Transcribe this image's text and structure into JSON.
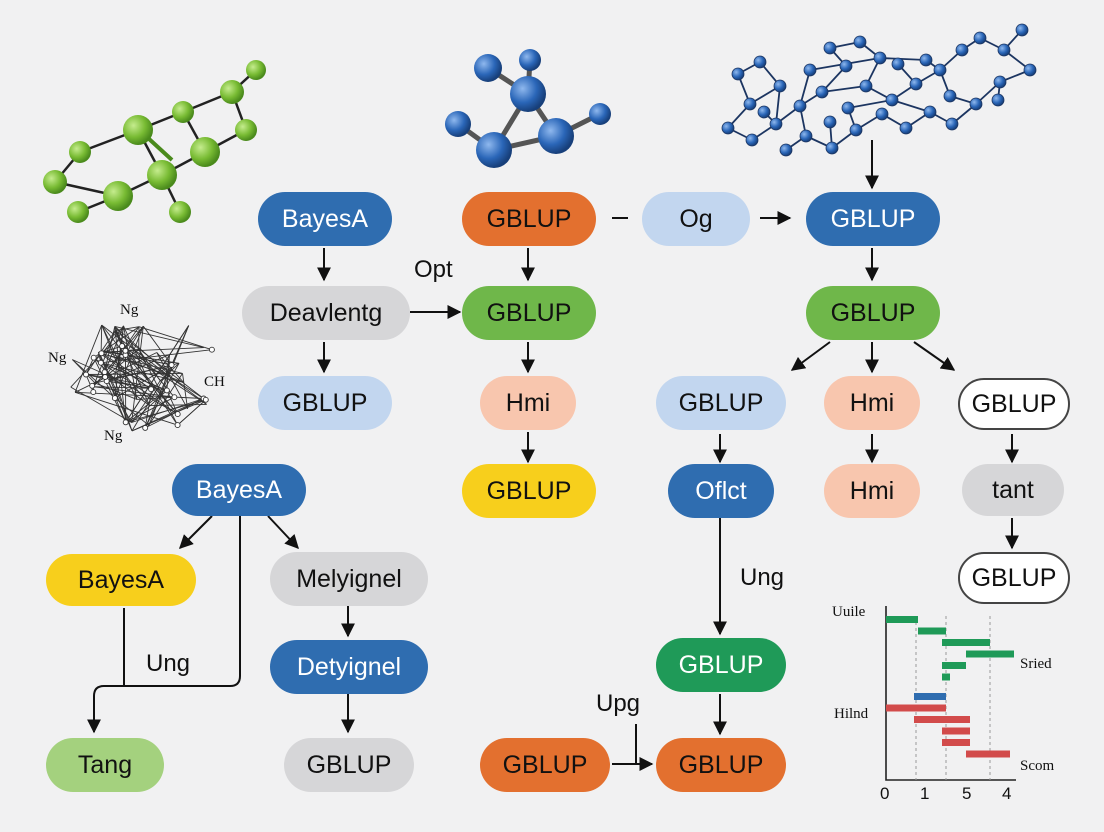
{
  "nodes": {
    "bayesa_top": "BayesA",
    "deavlentg": "Deavlentg",
    "gblup_left": "GBLUP",
    "gblup_orange_top": "GBLUP",
    "gblup_green_mid": "GBLUP",
    "hmi_mid": "Hmi",
    "gblup_yellow_mid": "GBLUP",
    "og": "Og",
    "gblup_blue_right": "GBLUP",
    "gblup_green_right": "GBLUP",
    "gblup_lightblue_right": "GBLUP",
    "hmi_right1": "Hmi",
    "gblup_outline1": "GBLUP",
    "oflct": "Oflct",
    "hmi_right2": "Hmi",
    "tant": "tant",
    "gblup_outline2": "GBLUP",
    "bayesa_mid": "BayesA",
    "bayesa_yellow": "BayesA",
    "melyignel": "Melyignel",
    "detyignel": "Detyignel",
    "tang": "Tang",
    "gblup_gray_bottom": "GBLUP",
    "gblup_dkgreen": "GBLUP",
    "gblup_orange_bl": "GBLUP",
    "gblup_orange_br": "GBLUP"
  },
  "labels": {
    "opt": "Opt",
    "ung_left": "Ung",
    "ung_right": "Ung",
    "upg": "Upg"
  },
  "molecule_labels": {
    "ng1": "Ng",
    "ng2": "Ng",
    "ng3": "Ng",
    "ch": "CH"
  },
  "chart_data": {
    "type": "bar",
    "title": "",
    "ylabels": [
      "Uuile",
      "Hilnd"
    ],
    "annotations": [
      "Sried",
      "Scom"
    ],
    "xticks": [
      "0",
      "1",
      "5",
      "4"
    ],
    "segments": [
      {
        "start": 0.0,
        "end": 0.8,
        "color": "#1f9a58"
      },
      {
        "start": 0.8,
        "end": 1.5,
        "color": "#1f9a58"
      },
      {
        "start": 1.4,
        "end": 2.6,
        "color": "#1f9a58"
      },
      {
        "start": 2.0,
        "end": 3.2,
        "color": "#1f9a58"
      },
      {
        "start": 1.4,
        "end": 2.0,
        "color": "#1f9a58"
      },
      {
        "start": 1.4,
        "end": 1.6,
        "color": "#1f9a58"
      },
      {
        "start": 0.7,
        "end": 1.5,
        "color": "#2f6db0"
      },
      {
        "start": 0.0,
        "end": 1.5,
        "color": "#d24b4b"
      },
      {
        "start": 0.7,
        "end": 2.1,
        "color": "#d24b4b"
      },
      {
        "start": 1.4,
        "end": 2.1,
        "color": "#d24b4b"
      },
      {
        "start": 1.4,
        "end": 2.1,
        "color": "#d24b4b"
      },
      {
        "start": 2.0,
        "end": 3.1,
        "color": "#d24b4b"
      }
    ]
  }
}
